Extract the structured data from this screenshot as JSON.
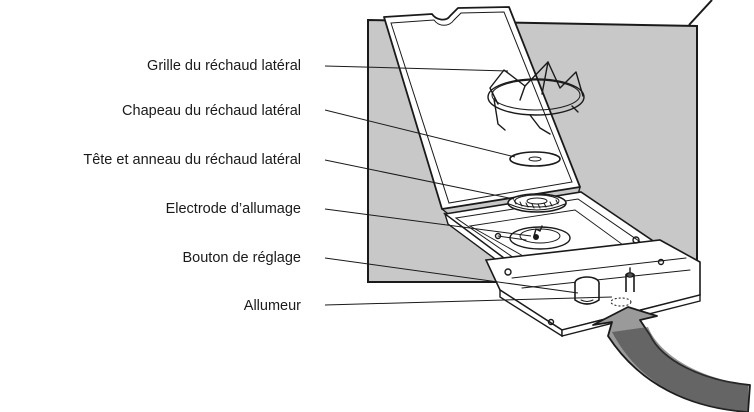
{
  "diagram": {
    "labels": {
      "grille": "Grille du réchaud latéral",
      "chapeau": "Chapeau du réchaud latéral",
      "tete_anneau": "Tête et anneau du réchaud latéral",
      "electrode": "Electrode d’allumage",
      "bouton": "Bouton de réglage",
      "allumeur": "Allumeur"
    }
  },
  "colors": {
    "panel_fill": "#c8c8c8",
    "line": "#1a1a1a",
    "arrow_fill": "#9a9a9a",
    "arrow_dark": "#3a3a3a",
    "lid_fill": "#ffffff"
  }
}
